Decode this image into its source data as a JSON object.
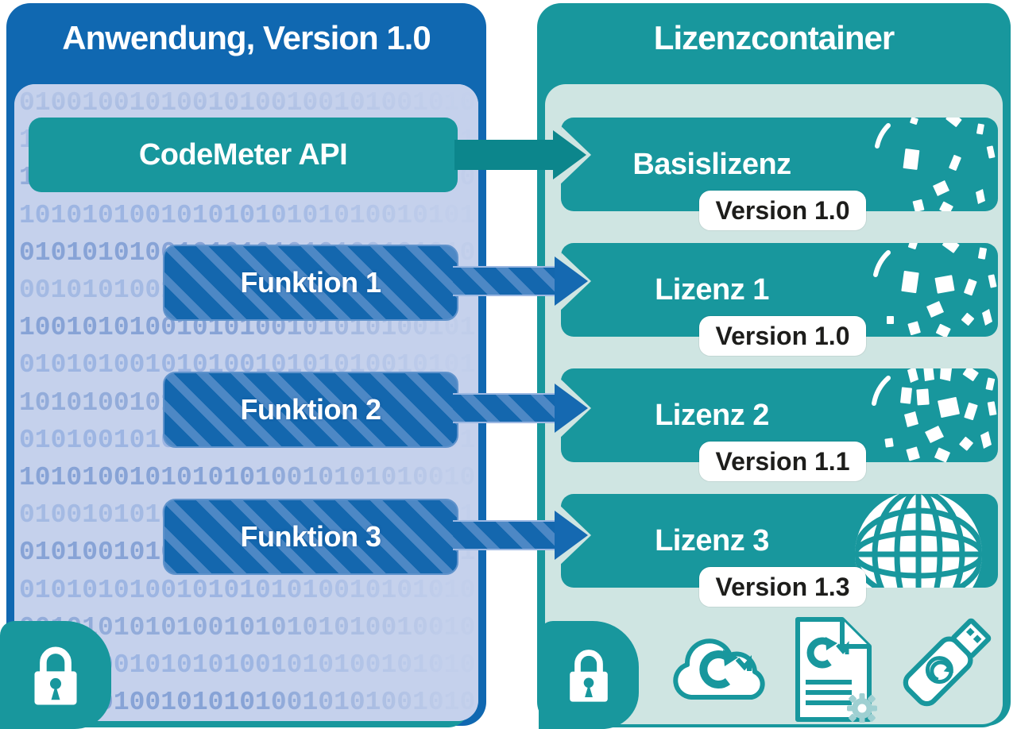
{
  "left_panel": {
    "title": "Anwendung, Version 1.0",
    "api_box_label": "CodeMeter API",
    "functions": [
      "Funktion 1",
      "Funktion 2",
      "Funktion 3"
    ],
    "lock_icon": "padlock-icon"
  },
  "right_panel": {
    "title": "Lizenzcontainer",
    "licenses": [
      {
        "name": "Basislizenz",
        "version": "Version 1.0",
        "globe": "globe-fragmented-sparse"
      },
      {
        "name": "Lizenz 1",
        "version": "Version 1.0",
        "globe": "globe-fragmented-medium"
      },
      {
        "name": "Lizenz 2",
        "version": "Version 1.1",
        "globe": "globe-fragmented-dense"
      },
      {
        "name": "Lizenz 3",
        "version": "Version 1.3",
        "globe": "globe-full"
      }
    ],
    "lock_icon": "padlock-icon",
    "footer_icons": [
      "codemeter-cloud-icon",
      "license-file-icon",
      "cmstick-usb-icon"
    ]
  },
  "background": {
    "binary_rows": [
      "01001001010010100100101001010",
      "10100101001010100101010100101",
      "10100101001010100101010010100",
      "10101010010101010101010010101",
      "01010101001010101010100101010",
      "00101010010101010010101010010",
      "10010101001010100101010100101",
      "01010100101010010101010010101",
      "10101001010101001010101001010",
      "01010010101010100101010101001",
      "10101001010101010010101010010",
      "01001010101010010101010100101",
      "01010010101010101001010100101",
      "01010101001010101010010101010",
      "00101010101001010101010010010",
      "01001001010101001010100101010",
      "00101010010101010010101001010"
    ]
  },
  "colors": {
    "blue": "#1068b1",
    "blue_stripe": "#4d88c5",
    "teal": "#18979d",
    "teal_dark": "#0c868c",
    "periwinkle": "#c5d1ec",
    "mint": "#cfe5e2",
    "digit_blue": "#87a3d6"
  }
}
